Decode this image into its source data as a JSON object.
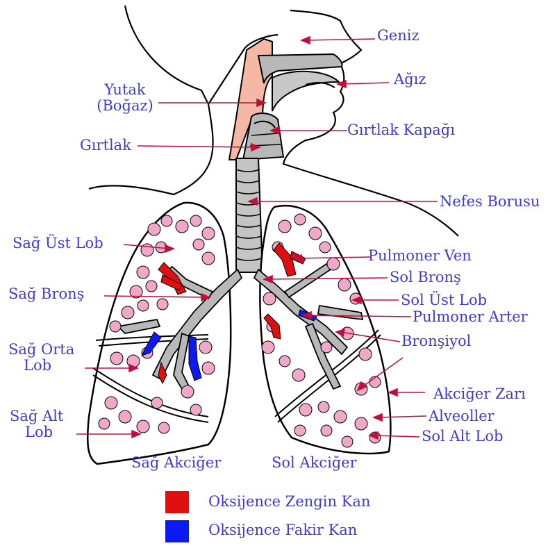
{
  "labels": {
    "geniz": "Geniz",
    "agiz": "Ağız",
    "yutak_line1": "Yutak",
    "yutak_line2": "(Boğaz)",
    "girtlak_kapagi": "Gırtlak Kapağı",
    "girtlak": "Gırtlak",
    "nefes_borusu": "Nefes Borusu",
    "sag_ust_lob": "Sağ Üst Lob",
    "pulmoner_ven": "Pulmoner Ven",
    "sol_brons": "Sol Bronş",
    "sag_bronsh": "Sağ Bronş",
    "sol_ust_lob": "Sol Üst Lob",
    "pulmoner_arter": "Pulmoner Arter",
    "bronsiyol": "Bronşiyol",
    "sag_orta_line1": "Sağ Orta",
    "sag_orta_line2": "Lob",
    "akciger_zari": "Akciğer Zarı",
    "sag_alt_line1": "Sağ Alt",
    "sag_alt_line2": "Lob",
    "alveoller": "Alveoller",
    "sol_alt_lob": "Sol Alt Lob",
    "sag_akciger": "Sağ Akciğer",
    "sol_akciger": "Sol Akciğer"
  },
  "legend": [
    {
      "label": "Oksijence Zengin Kan",
      "color": "#e01010"
    },
    {
      "label": "Oksijence Fakir Kan",
      "color": "#0a1af0"
    }
  ],
  "colors": {
    "label_text": "#3b3bd4",
    "pointer": "#c0103a",
    "outline": "#000000",
    "alveoli": "#f0a8c8",
    "airway": "#b8b8b8",
    "pharynx": "#f4b8a4"
  }
}
